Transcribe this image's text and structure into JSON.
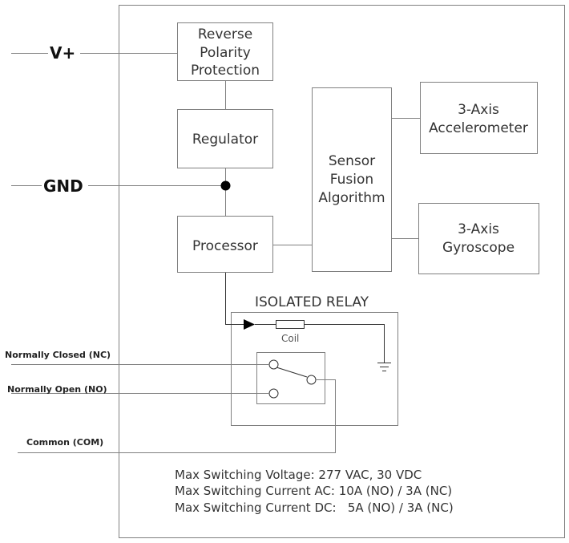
{
  "pins": {
    "vplus": "V+",
    "gnd": "GND"
  },
  "blocks": {
    "reverse_polarity": [
      "Reverse",
      "Polarity",
      "Protection"
    ],
    "regulator": "Regulator",
    "processor": "Processor",
    "sensor_fusion": [
      "Sensor",
      "Fusion",
      "Algorithm"
    ],
    "accelerometer": [
      "3-Axis",
      "Accelerometer"
    ],
    "gyroscope": [
      "3-Axis",
      "Gyroscope"
    ]
  },
  "relay": {
    "title": "ISOLATED RELAY",
    "coil_label": "Coil",
    "terminals": {
      "nc": "Normally Closed (NC)",
      "no": "Normally Open (NO)",
      "com": "Common (COM)"
    }
  },
  "specs": {
    "line1": "Max Switching Voltage: 277 VAC, 30 VDC",
    "line2": "Max Switching Current AC: 10A (NO) / 3A (NC)",
    "line3": "Max Switching Current DC:   5A (NO) / 3A (NC)"
  }
}
